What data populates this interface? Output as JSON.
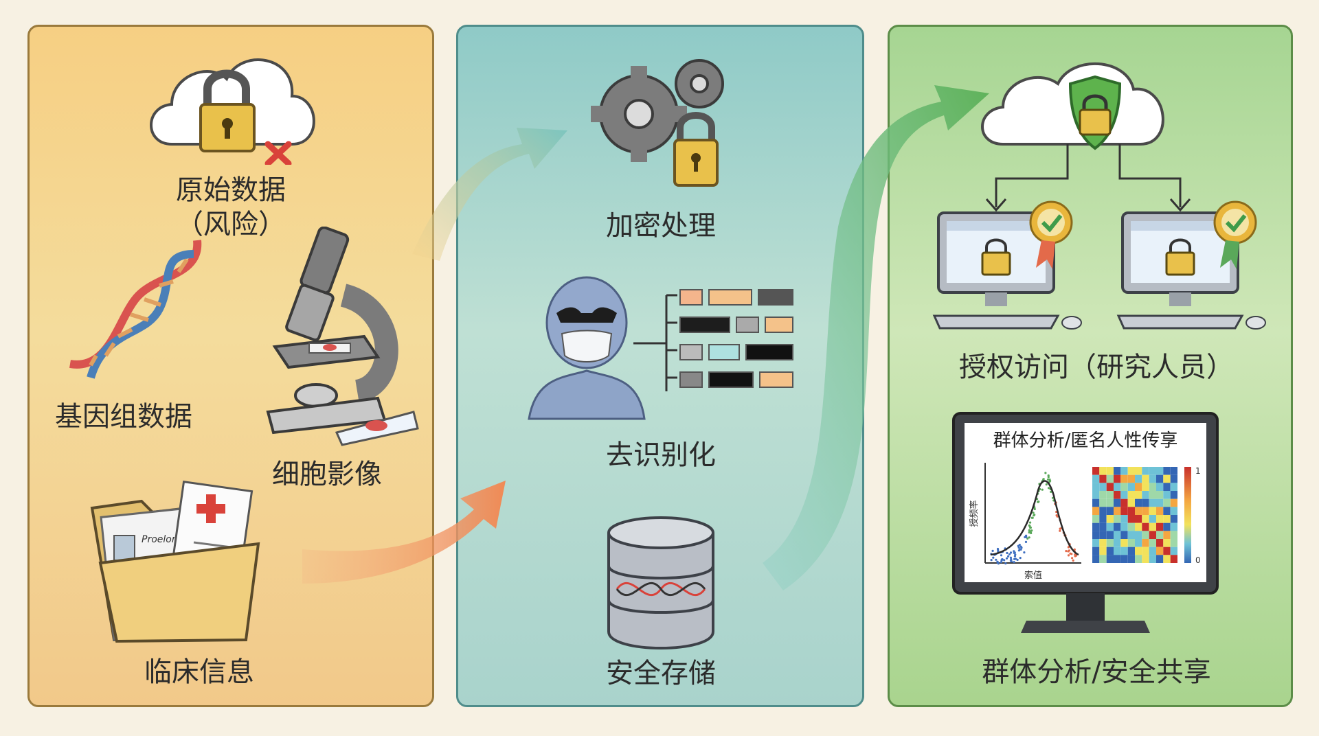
{
  "panels": {
    "raw": {
      "raw_data": "原始数据",
      "raw_risk": "（风险）",
      "genomic": "基因组数据",
      "cell_imaging": "细胞影像",
      "clinical": "临床信息",
      "folder_tab": "Proelon"
    },
    "process": {
      "encryption": "加密处理",
      "deidentify": "去识别化",
      "storage": "安全存储"
    },
    "share": {
      "authorized": "授权访问（研究人员）",
      "monitor_title": "群体分析/匿名人性传享",
      "plot_ylabel": "授频率",
      "plot_xlabel": "索值",
      "scale_max": "1",
      "scale_min": "0",
      "cohort": "群体分析/安全共享"
    }
  },
  "colors": {
    "panel_raw": "#f4d18b",
    "panel_process": "#a9d3cc",
    "panel_share": "#b7dca0",
    "lock_gold": "#e9c14b",
    "check_green": "#3f9b4a",
    "cross_red": "#d9423a"
  }
}
